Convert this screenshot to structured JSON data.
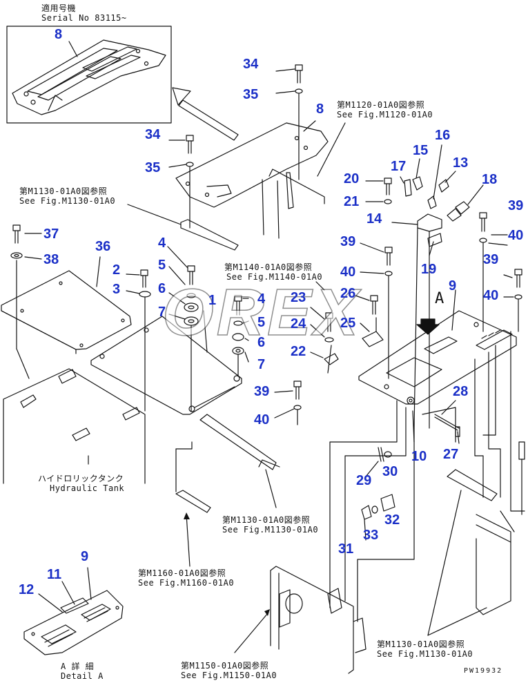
{
  "captions": {
    "serial_title_jp": "適用号機",
    "serial_title_en": "Serial No 83115~",
    "ref_m1120_jp": "第M1120-01A0図参照",
    "ref_m1120_en": "See Fig.M1120-01A0",
    "ref_m1130a_jp": "第M1130-01A0図参照",
    "ref_m1130a_en": "See Fig.M1130-01A0",
    "ref_m1140_jp": "第M1140-01A0図参照",
    "ref_m1140_en": "See Fig.M1140-01A0",
    "tank_jp": "ハイドロリックタンク",
    "tank_en": "Hydraulic Tank",
    "ref_m1130b_jp": "第M1130-01A0図参照",
    "ref_m1130b_en": "See Fig.M1130-01A0",
    "ref_m1160_jp": "第M1160-01A0図参照",
    "ref_m1160_en": "See Fig.M1160-01A0",
    "ref_m1150_jp": "第M1150-01A0図参照",
    "ref_m1150_en": "See Fig.M1150-01A0",
    "ref_m1130c_jp": "第M1130-01A0図参照",
    "ref_m1130c_en": "See Fig.M1130-01A0",
    "detail_jp": "A 詳 細",
    "detail_en": "Detail A",
    "view_a": "A",
    "drawing_code": "PW19932"
  },
  "watermark": "OREX",
  "callouts": [
    "8",
    "34",
    "35",
    "8",
    "34",
    "35",
    "16",
    "15",
    "17",
    "13",
    "20",
    "18",
    "21",
    "39",
    "14",
    "40",
    "37",
    "36",
    "39",
    "4",
    "5",
    "6",
    "2",
    "3",
    "1",
    "7",
    "38",
    "4",
    "5",
    "6",
    "7",
    "40",
    "23",
    "26",
    "24",
    "25",
    "22",
    "19",
    "9",
    "40",
    "39",
    "40",
    "28",
    "10",
    "27",
    "29",
    "30",
    "32",
    "33",
    "31",
    "9",
    "11",
    "12"
  ]
}
